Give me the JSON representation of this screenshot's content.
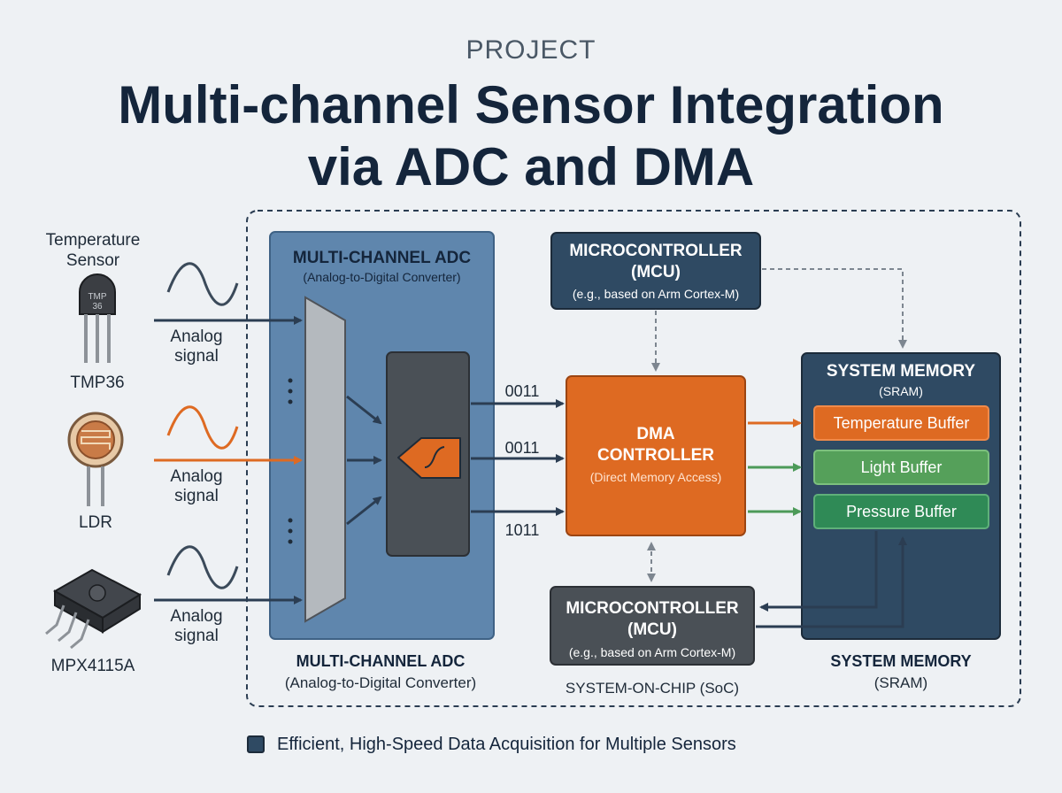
{
  "header": {
    "kicker": "PROJECT",
    "title_line1": "Multi-channel Sensor Integration",
    "title_line2": "via ADC and DMA"
  },
  "sensors": {
    "temperature": {
      "label": "Temperature\nSensor",
      "part": "TMP36",
      "chip_text": "TMP\n36"
    },
    "light": {
      "part": "LDR"
    },
    "pressure": {
      "part": "MPX4115A"
    }
  },
  "signal_label": "Analog\nsignal",
  "adc": {
    "title": "MULTI-CHANNEL ADC",
    "subtitle": "(Analog-to-Digital Converter)",
    "caption_title": "MULTI-CHANNEL ADC",
    "caption_subtitle": "(Analog-to-Digital Converter)"
  },
  "digital_codes": [
    "0011",
    "0011",
    "1011"
  ],
  "mcu_top": {
    "title": "MICROCONTROLLER\n(MCU)",
    "subtitle": "(e.g., based on Arm Cortex-M)"
  },
  "mcu_bottom": {
    "title": "MICROCONTROLLER\n(MCU)",
    "subtitle": "(e.g., based on Arm Cortex-M)"
  },
  "dma": {
    "title": "DMA\nCONTROLLER",
    "subtitle": "(Direct Memory Access)"
  },
  "memory": {
    "title": "SYSTEM MEMORY",
    "subtitle": "(SRAM)",
    "caption_title": "SYSTEM MEMORY",
    "caption_subtitle": "(SRAM)",
    "buffers": [
      "Temperature Buffer",
      "Light Buffer",
      "Pressure Buffer"
    ]
  },
  "soc_label": "SYSTEM-ON-CHIP (SoC)",
  "legend": "Efficient, High-Speed Data Acquisition for Multiple Sensors",
  "colors": {
    "navy": "#2f4a63",
    "adc_blue": "#5f86ad",
    "dma_orange": "#de6a22",
    "temp_buffer": "#de6a22",
    "light_buffer": "#55a05a",
    "pressure_buffer": "#2f8a56",
    "mcu_gray": "#4a5056",
    "arrow_dark": "#2b3d52"
  }
}
